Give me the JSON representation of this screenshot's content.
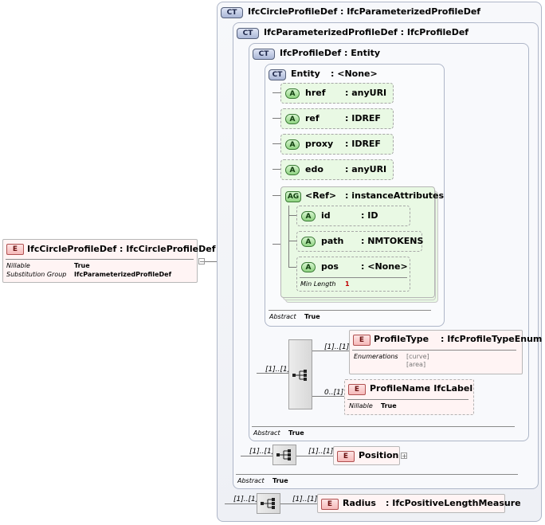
{
  "root_element": {
    "badge": "E",
    "title": "IfcCircleProfileDef : IfcCircleProfileDef",
    "props": [
      {
        "key": "Nillable",
        "value": "True"
      },
      {
        "key": "Substitution Group",
        "value": "IfcParameterizedProfileDef"
      }
    ]
  },
  "ct_circle": {
    "badge": "CT",
    "title": "IfcCircleProfileDef : IfcParameterizedProfileDef"
  },
  "ct_parameterized": {
    "badge": "CT",
    "title": "IfcParameterizedProfileDef : IfcProfileDef",
    "abstract_key": "Abstract",
    "abstract_value": "True"
  },
  "ct_profiledef": {
    "badge": "CT",
    "title": "IfcProfileDef : Entity",
    "abstract_key": "Abstract",
    "abstract_value": "True"
  },
  "ct_entity": {
    "badge": "CT",
    "name": "Entity",
    "type": ": <None>",
    "abstract_key": "Abstract",
    "abstract_value": "True",
    "attributes": [
      {
        "badge": "A",
        "name": "href",
        "type": ": anyURI"
      },
      {
        "badge": "A",
        "name": "ref",
        "type": ": IDREF"
      },
      {
        "badge": "A",
        "name": "proxy",
        "type": ": IDREF"
      },
      {
        "badge": "A",
        "name": "edo",
        "type": ": anyURI"
      }
    ],
    "attribute_group": {
      "badge": "AG",
      "name": "<Ref>",
      "type": ": instanceAttributes",
      "attributes": [
        {
          "badge": "A",
          "name": "id",
          "type": ": ID"
        },
        {
          "badge": "A",
          "name": "path",
          "type": ": NMTOKENS"
        },
        {
          "badge": "A",
          "name": "pos",
          "type": ": <None>",
          "prop_key": "Min Length",
          "prop_value": "1"
        }
      ]
    }
  },
  "elements": {
    "profile_type": {
      "badge": "E",
      "name": "ProfileType",
      "type": ": IfcProfileTypeEnum",
      "prop_key": "Enumerations",
      "enums": [
        "[curve]",
        "[area]"
      ],
      "cardinality": "[1]..[1]"
    },
    "profile_name": {
      "badge": "E",
      "name": "ProfileName",
      "type": ": IfcLabel",
      "prop_key": "Nillable",
      "prop_value": "True",
      "cardinality": "0..[1]"
    },
    "position": {
      "badge": "E",
      "name": "Position",
      "cardinality": "[1]..[1]"
    },
    "radius": {
      "badge": "E",
      "name": "Radius",
      "type": ": IfcPositiveLengthMeasure",
      "cardinality": "[1]..[1]"
    }
  },
  "sequences": {
    "profile_seq_card": "[1]..[1]",
    "position_seq_card": "[1]..[1]",
    "radius_seq_card": "[1]..[1]"
  },
  "icons": {
    "sequence": "sequence-icon",
    "expand": "plus-icon"
  }
}
